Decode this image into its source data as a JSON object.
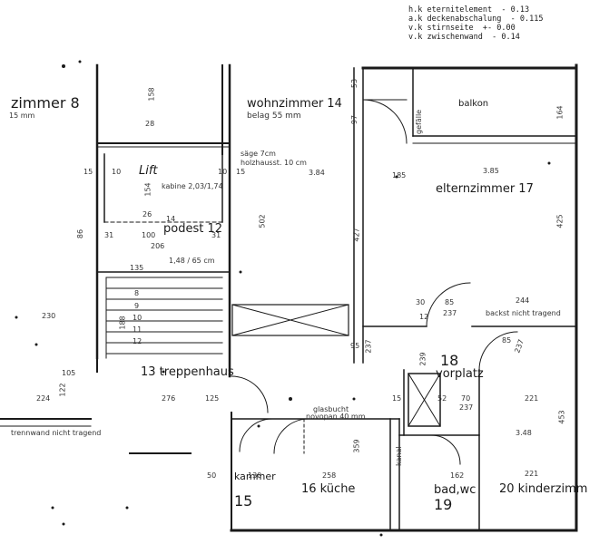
{
  "legend": {
    "rows": [
      {
        "label": "h.k eternitelement",
        "value": "- 0.13"
      },
      {
        "label": "a.k deckenabschalung",
        "value": "- 0.115"
      },
      {
        "label": "v.k stirnseite",
        "value": "+- 0.00"
      },
      {
        "label": "v.k zwischenwand",
        "value": "- 0.14"
      }
    ]
  },
  "rooms": {
    "zimmer8": "zimmer 8",
    "zimmer8_note": "15 mm",
    "wohnzimmer": "wohnzimmer 14",
    "wohnzimmer_belag": "belag 55 mm",
    "balkon": "balkon",
    "gefaelle": "gefälle",
    "elternzimmer": "elternzimmer 17",
    "lift": "Lift",
    "kabine": "kabine 2,03/1,74",
    "podest": "podest 12",
    "podest_note": "1,48 / 65 cm",
    "treppenhaus": "13 treppenhaus",
    "vorplatz_no": "18",
    "vorplatz": "vorplatz",
    "kammer": "kammer",
    "kammer_no": "15",
    "kueche": "16 küche",
    "bad": "bad,wc",
    "bad_no": "19",
    "kinderzimmer": "20 kinderzimm",
    "kanal": "kanal",
    "glasbucht": "glasbucht",
    "novopan": "novopan 40 mm",
    "backst": "backst nicht tragend",
    "sagez": "säge 7cm",
    "holzhausst": "holzhausst. 10 cm",
    "trennwand": "trennwand nicht tragend"
  },
  "dimensions": {
    "d158": "158",
    "d28": "28",
    "d15a": "15",
    "d10a": "10",
    "d10b": "10",
    "d15b": "15",
    "d154": "154",
    "d26": "26",
    "d14a": "14",
    "d100": "100",
    "d206": "206",
    "d31a": "31",
    "d31b": "31",
    "d135": "135",
    "d385": "3.85",
    "d384": "3.84",
    "d502": "502",
    "d427": "427",
    "d425": "425",
    "d97": "97",
    "d53": "53",
    "d164": "164",
    "d185": "185",
    "d85a": "85",
    "d237a": "237",
    "d244": "244",
    "d12a": "12",
    "d30": "30",
    "d95": "95",
    "d237b": "237",
    "d239": "239",
    "d85b": "85",
    "d237c": "237",
    "d15c": "15",
    "d52": "52",
    "d70": "70",
    "d237d": "237",
    "d221a": "221",
    "d453": "453",
    "d348": "3.48",
    "d258": "258",
    "d162": "162",
    "d221b": "221",
    "d130": "130",
    "d50": "50",
    "d125": "125",
    "d276": "276",
    "d224": "224",
    "d230": "230",
    "d105": "105",
    "d122": "122",
    "d86": "86",
    "d188": "188",
    "d359": "359",
    "d8": "8",
    "d9": "9",
    "d10c": "10",
    "d11": "11",
    "d12": "12"
  }
}
